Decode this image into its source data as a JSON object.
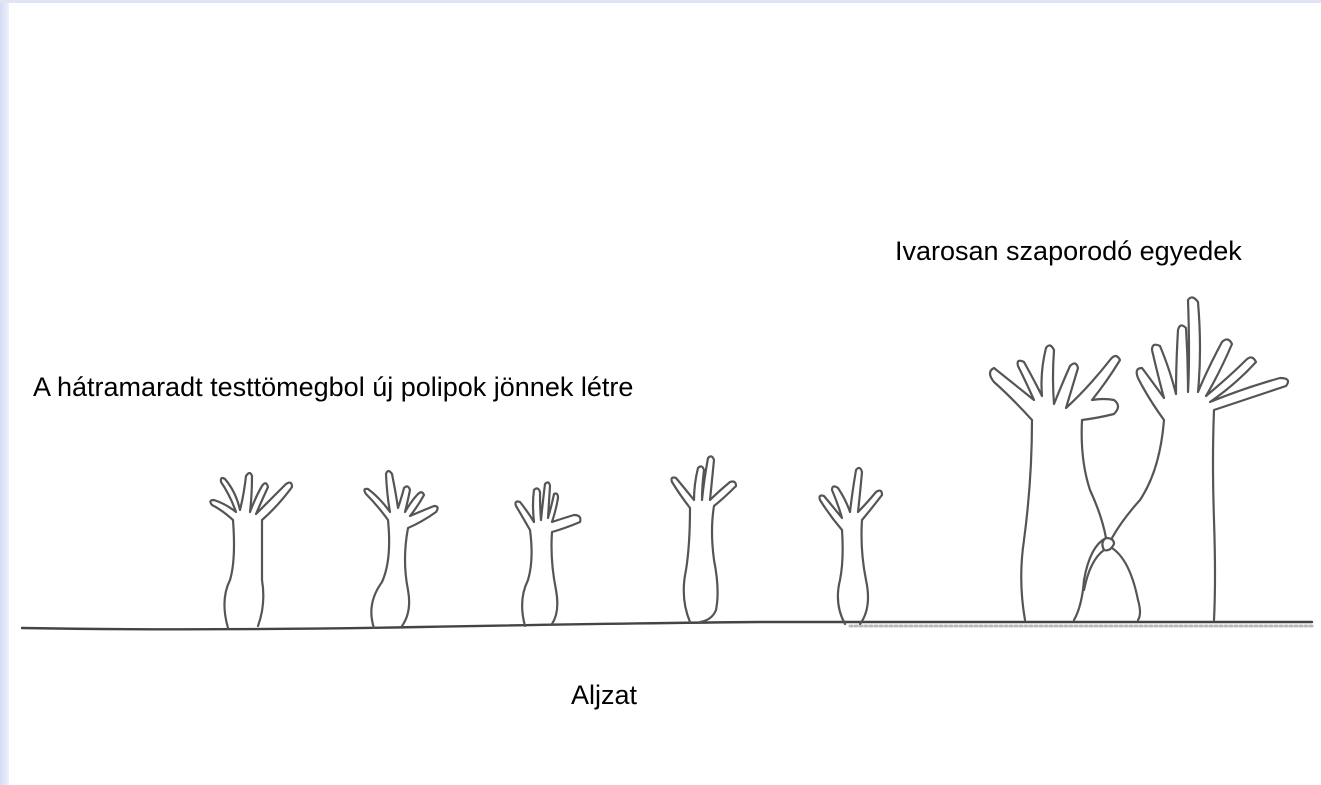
{
  "labels": {
    "sexual_individuals": "Ivarosan szaporodó egyedek",
    "new_polyps": "A hátramaradt testtömegbol új polipok jönnek létre",
    "substrate": "Aljzat"
  },
  "colors": {
    "ink": "#555555",
    "ground": "#444444",
    "frame": "#d4dcf2"
  }
}
